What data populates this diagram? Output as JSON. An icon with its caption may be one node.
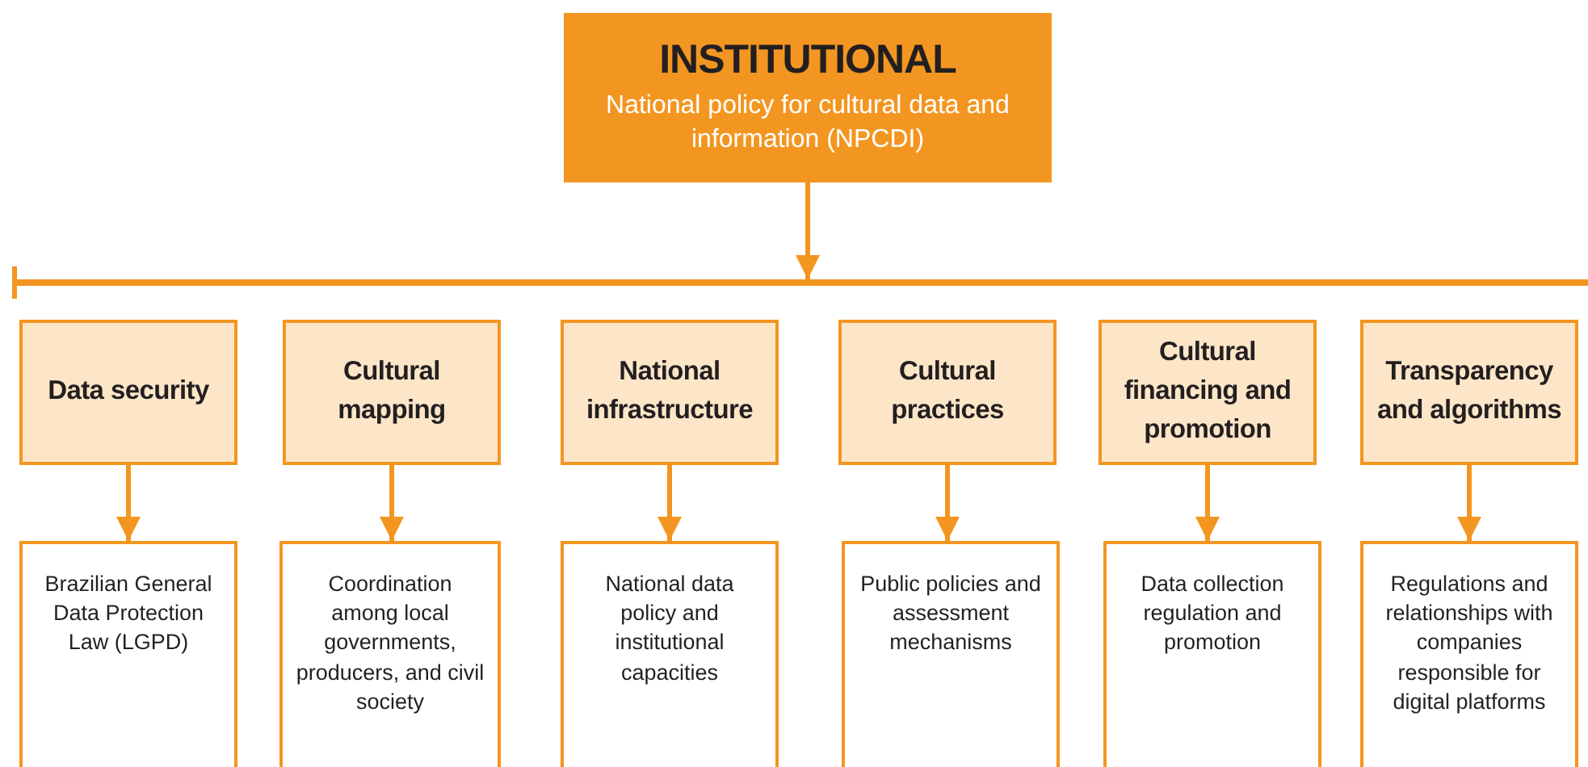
{
  "diagram": {
    "nodes": [
      {
        "text": [
          "INSTITUTIONAL",
          "National policy for cultural data and information (NPCDI)"
        ]
      },
      {
        "text": [],
        "shape": "bar"
      },
      {
        "text": [
          "Data security"
        ]
      },
      {
        "text": [
          "Cultural mapping"
        ]
      },
      {
        "text": [
          "National infrastructure"
        ]
      },
      {
        "text": [
          "Cultural practices"
        ]
      },
      {
        "text": [
          "Cultural financing and promotion"
        ]
      },
      {
        "text": [
          "Transparency and algorithms"
        ]
      },
      {
        "text": [
          "Brazilian General Data Protection Law (LGPD)"
        ]
      },
      {
        "text": [
          "Coordination among local governments, producers, and civil society"
        ]
      },
      {
        "text": [
          "National data policy and institutional capacities"
        ]
      },
      {
        "text": [
          "Public policies and assessment mechanisms"
        ]
      },
      {
        "text": [
          "Data collection regulation and promotion"
        ]
      },
      {
        "text": [
          "Regulations and relationships with companies responsible for digital platforms"
        ]
      }
    ],
    "edges": [
      {
        "from": 0,
        "to": 1,
        "arrow": "to"
      },
      {
        "from": 2,
        "to": 8,
        "arrow": "to"
      },
      {
        "from": 3,
        "to": 9,
        "arrow": "to"
      },
      {
        "from": 4,
        "to": 10,
        "arrow": "to"
      },
      {
        "from": 5,
        "to": 11,
        "arrow": "to"
      },
      {
        "from": 6,
        "to": 12,
        "arrow": "to"
      },
      {
        "from": 7,
        "to": 13,
        "arrow": "to"
      }
    ]
  }
}
